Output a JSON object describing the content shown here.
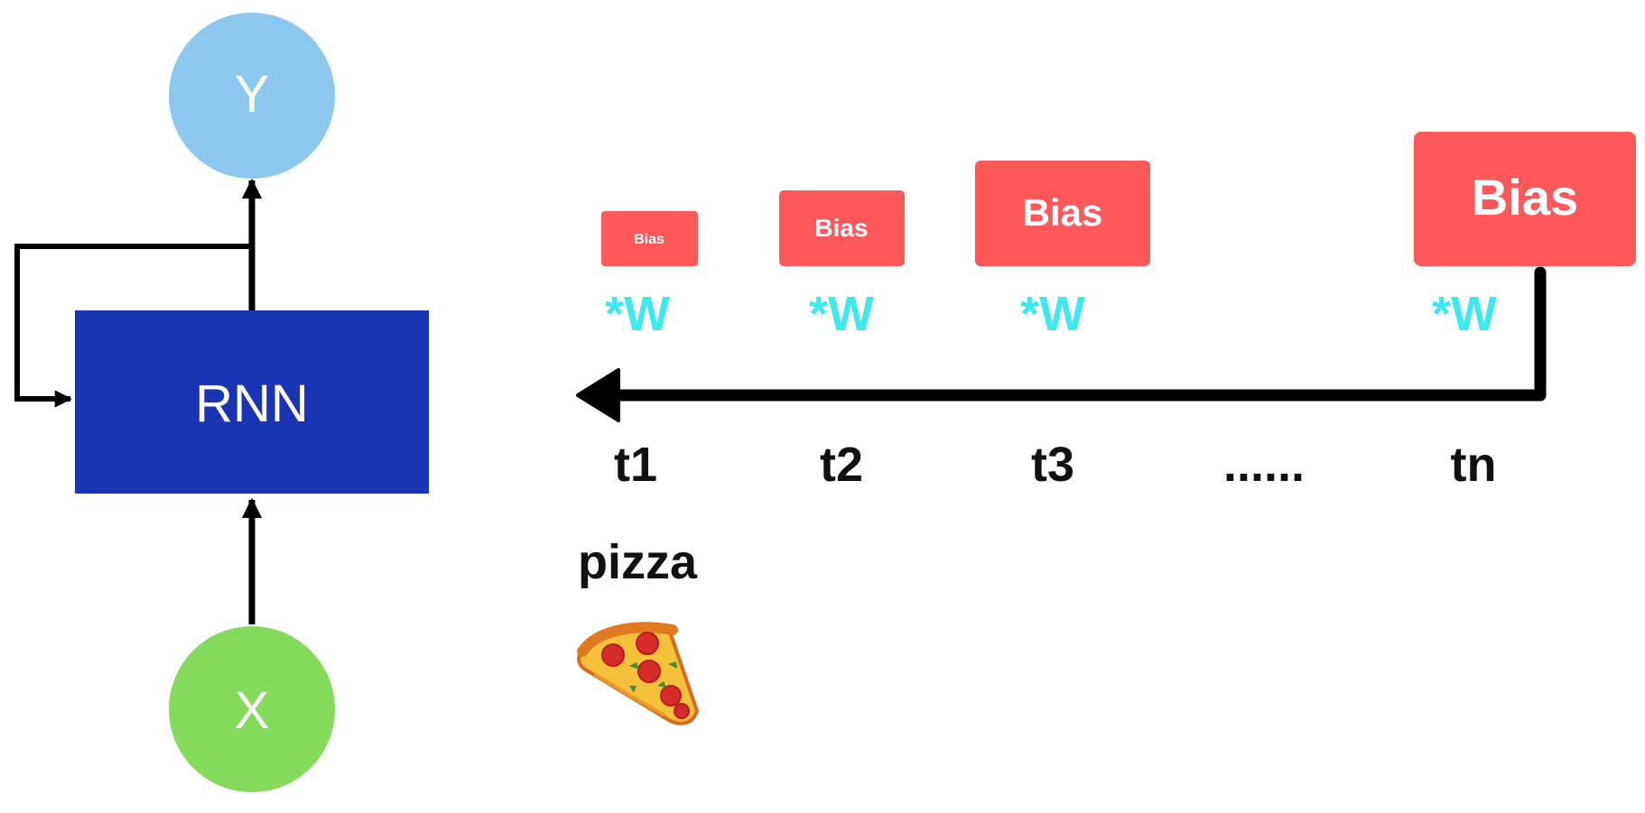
{
  "rnn": {
    "output_label": "Y",
    "cell_label": "RNN",
    "input_label": "X",
    "colors": {
      "output": "#8cc8ee",
      "cell": "#1a35b3",
      "input": "#84da5b"
    }
  },
  "timeline": {
    "biases": [
      {
        "label": "Bias",
        "weight": "*W"
      },
      {
        "label": "Bias",
        "weight": "*W"
      },
      {
        "label": "Bias",
        "weight": "*W"
      },
      {
        "label": "Bias",
        "weight": "*W"
      }
    ],
    "steps": [
      "t1",
      "t2",
      "t3",
      "......",
      "tn"
    ],
    "word": "pizza",
    "word_icon": "pizza-slice-icon",
    "colors": {
      "bias": "#fd595b",
      "weight": "#3ce9f0",
      "arrow": "#000000"
    }
  }
}
